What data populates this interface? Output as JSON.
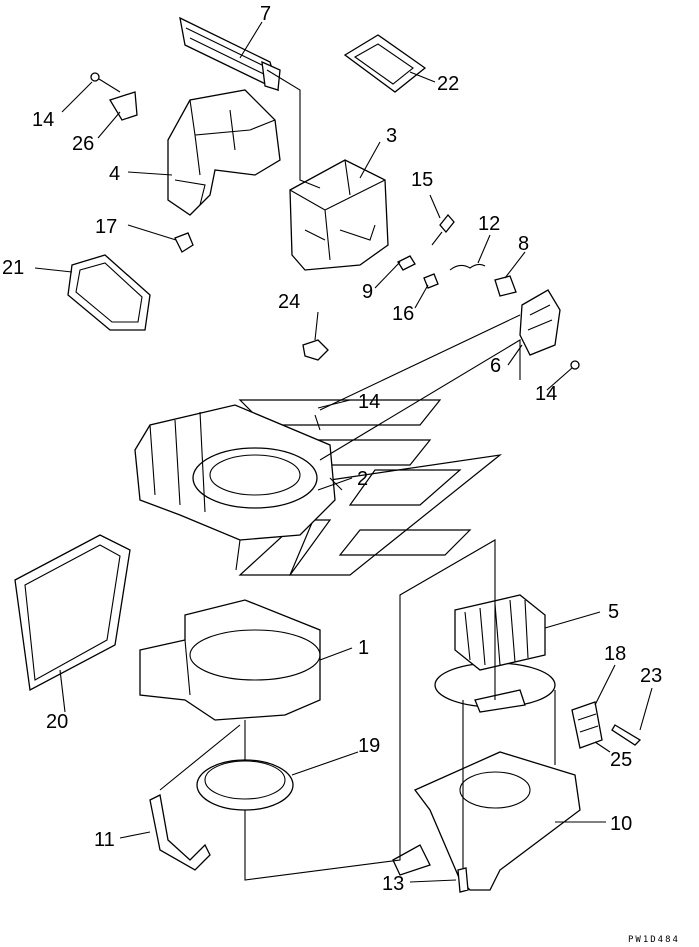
{
  "diagram": {
    "drawing_code": "PW1D484",
    "callouts": [
      {
        "id": "c7",
        "label": "7"
      },
      {
        "id": "c22",
        "label": "22"
      },
      {
        "id": "c14a",
        "label": "14"
      },
      {
        "id": "c26",
        "label": "26"
      },
      {
        "id": "c3",
        "label": "3"
      },
      {
        "id": "c4",
        "label": "4"
      },
      {
        "id": "c15",
        "label": "15"
      },
      {
        "id": "c17",
        "label": "17"
      },
      {
        "id": "c12",
        "label": "12"
      },
      {
        "id": "c8",
        "label": "8"
      },
      {
        "id": "c21",
        "label": "21"
      },
      {
        "id": "c9",
        "label": "9"
      },
      {
        "id": "c16",
        "label": "16"
      },
      {
        "id": "c24",
        "label": "24"
      },
      {
        "id": "c6",
        "label": "6"
      },
      {
        "id": "c14b",
        "label": "14"
      },
      {
        "id": "c14c",
        "label": "14"
      },
      {
        "id": "c2",
        "label": "2"
      },
      {
        "id": "c5",
        "label": "5"
      },
      {
        "id": "c1",
        "label": "1"
      },
      {
        "id": "c18",
        "label": "18"
      },
      {
        "id": "c23",
        "label": "23"
      },
      {
        "id": "c20",
        "label": "20"
      },
      {
        "id": "c19",
        "label": "19"
      },
      {
        "id": "c25",
        "label": "25"
      },
      {
        "id": "c11",
        "label": "11"
      },
      {
        "id": "c10",
        "label": "10"
      },
      {
        "id": "c13",
        "label": "13"
      }
    ]
  }
}
